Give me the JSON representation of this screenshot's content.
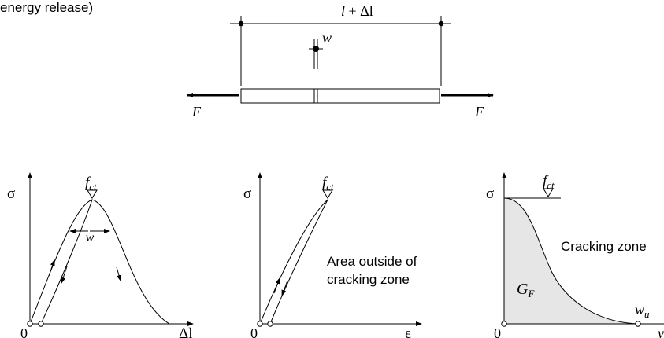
{
  "caption": "energy release)",
  "top_specimen": {
    "length_label_l": "l",
    "length_label_rest": " + Δl",
    "crack_label": "w",
    "force_left": "F",
    "force_right": "F"
  },
  "panel_left": {
    "y_axis": "σ",
    "peak_base": "f",
    "peak_sub": "ct",
    "crack_width": "w",
    "origin": "0",
    "x_axis": "Δl"
  },
  "panel_middle": {
    "y_axis": "σ",
    "peak_base": "f",
    "peak_sub": "ct",
    "note_line1": "Area outside of",
    "note_line2": "cracking zone",
    "origin": "0",
    "x_axis": "ε"
  },
  "panel_right": {
    "y_axis": "σ",
    "peak_base": "f",
    "peak_sub": "ct",
    "zone_label": "Cracking zone",
    "energy_base": "G",
    "energy_sub": "F",
    "wu_base": "w",
    "wu_sub": "u",
    "origin": "0",
    "x_axis": "v"
  },
  "colors": {
    "line": "#000000",
    "fill": "#e6e6e6",
    "background": "#ffffff"
  }
}
